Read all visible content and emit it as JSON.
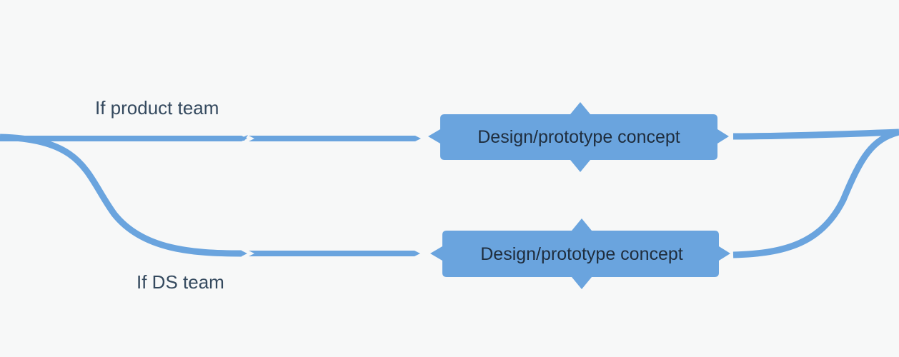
{
  "labels": {
    "top_path": "If product team",
    "bottom_path": "If DS team"
  },
  "nodes": {
    "top": {
      "label": "Design/prototype concept"
    },
    "bottom": {
      "label": "Design/prototype concept"
    }
  },
  "colors": {
    "line": "#6aa4de",
    "node_fill": "#6aa4de",
    "node_text": "#1f2d3d",
    "label_text": "#34495e",
    "background": "#f7f8f8"
  }
}
